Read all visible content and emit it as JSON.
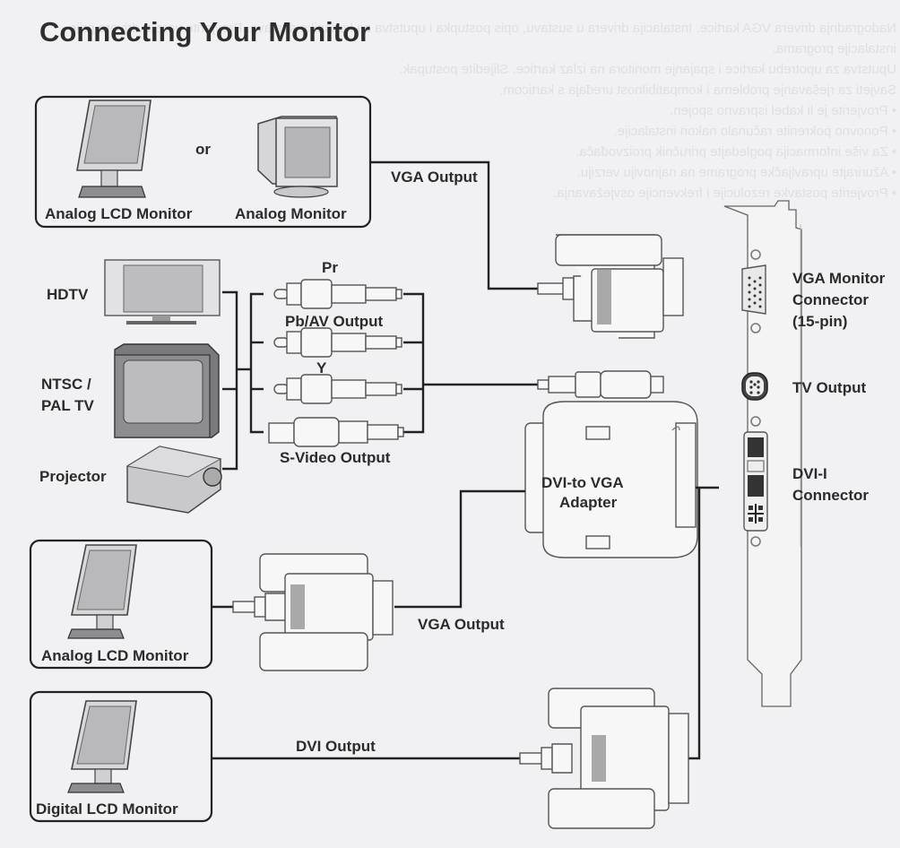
{
  "page": {
    "title": "Connecting Your Monitor"
  },
  "devices": {
    "analog_lcd_top": "Analog LCD Monitor",
    "or": "or",
    "analog_crt": "Analog Monitor",
    "hdtv": "HDTV",
    "ntsc_line1": "NTSC /",
    "ntsc_line2": "PAL TV",
    "projector": "Projector",
    "analog_lcd_mid": "Analog LCD Monitor",
    "digital_lcd": "Digital LCD Monitor"
  },
  "cables": {
    "vga_output_top": "VGA Output",
    "pr": "Pr",
    "pb_av": "Pb/AV Output",
    "y": "Y",
    "s_video": "S-Video Output",
    "adapter_line1": "DVI-to VGA",
    "adapter_line2": "Adapter",
    "vga_output_mid": "VGA Output",
    "dvi_output": "DVI Output"
  },
  "card": {
    "vga_line1": "VGA Monitor",
    "vga_line2": "Connector",
    "vga_line3": "(15-pin)",
    "tv_output": "TV Output",
    "dvi_line1": "DVI-I",
    "dvi_line2": "Connector"
  },
  "colors": {
    "paper": "#f1f0f2",
    "ink": "#2b2b2b"
  }
}
